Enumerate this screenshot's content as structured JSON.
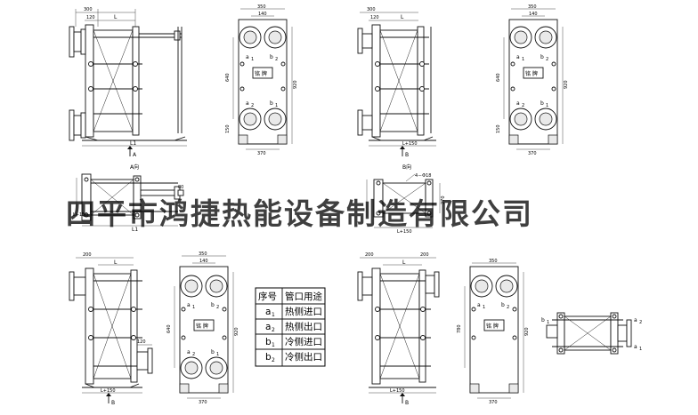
{
  "watermark": "四平市鸿捷热能设备制造有限公司",
  "dimensions": {
    "d300": "300",
    "d120": "120",
    "L": "L",
    "L1": "L1",
    "L150": "L+150",
    "d350": "350",
    "d140": "140",
    "d640": "640",
    "d920": "920",
    "d150": "150",
    "d370": "370",
    "d4x18": "4－Φ18",
    "d270": "270",
    "d200": "200",
    "d80": "80",
    "d780": "780"
  },
  "view_labels": {
    "arrow_a": "A",
    "arrow_b": "B",
    "section_a": "A向",
    "section_b": "B向"
  },
  "ports": {
    "a1": "a",
    "a2": "a",
    "b1": "b",
    "b2": "b",
    "sub1": "1",
    "sub2": "2"
  },
  "nameplate": "铭  牌",
  "legend": {
    "header_no": "序号",
    "header_use": "管口用途",
    "rows": [
      {
        "code": "a",
        "sub": "1",
        "use": "热侧进口"
      },
      {
        "code": "a",
        "sub": "2",
        "use": "热侧出口"
      },
      {
        "code": "b",
        "sub": "1",
        "use": "冷侧进口"
      },
      {
        "code": "b",
        "sub": "2",
        "use": "冷侧出口"
      }
    ]
  }
}
